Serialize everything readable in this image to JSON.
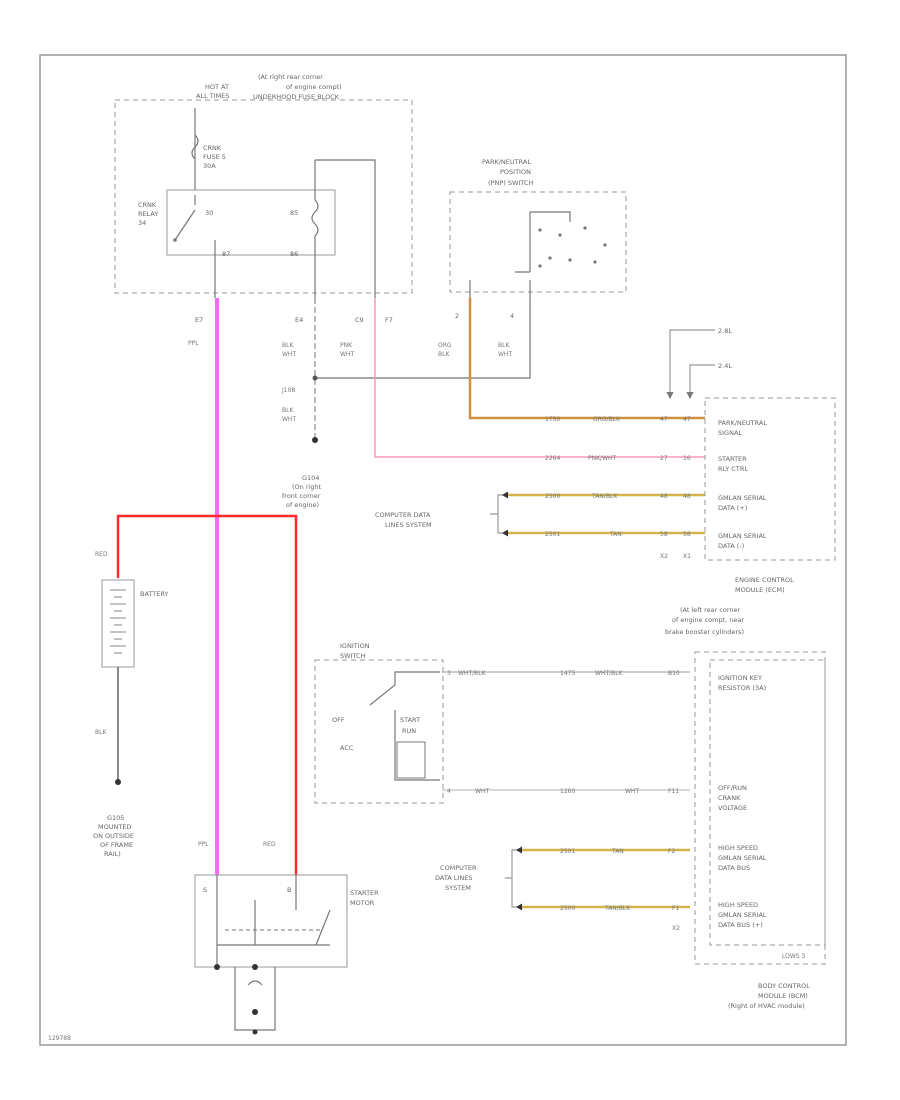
{
  "colors": {
    "ppl": "#ff66ff",
    "red": "#ff2a2a",
    "pnk": "#ff99bb",
    "org": "#d09040",
    "tan": "#d4b44a",
    "gray": "#888888",
    "dash": "#8a8a8a"
  },
  "texts": {
    "hot_at_all_times": [
      "HOT AT",
      "ALL TIMES"
    ],
    "underhood_fuse": [
      "(At right rear corner",
      "of engine compt)",
      "UNDERHOOD FUSE BLOCK"
    ],
    "crnk_fuse": [
      "CRNK",
      "FUSE 5",
      "30A"
    ],
    "crnk_relay": [
      "CRNK",
      "RELAY",
      "34"
    ],
    "relay_pins": [
      "30",
      "85",
      "87",
      "86"
    ],
    "prnd_title": [
      "PARK/NEUTRAL",
      "POSITION",
      "(PNP) SWITCH"
    ],
    "fuse_conn": [
      "E7",
      "E4",
      "C9",
      "F7"
    ],
    "wire_ppl": "PPL",
    "blk_wht1": [
      "BLK",
      "WHT"
    ],
    "pnk_wht": [
      "PNK",
      "WHT"
    ],
    "org_blk": [
      "ORG",
      "BLK"
    ],
    "blk_wht2": [
      "BLK",
      "WHT"
    ],
    "prnd_pins": [
      "2",
      "4"
    ],
    "j108": "J108",
    "blk_wht3": [
      "BLK",
      "WHT"
    ],
    "g104": [
      "G104",
      "(On right",
      "front corner",
      "of engine)"
    ],
    "red": "RED",
    "battery": "BATTERY",
    "blk": "BLK",
    "g105": [
      "G105",
      "MOUNTED",
      "ON OUTSIDE",
      "OF FRAME",
      "RAIL)"
    ],
    "col_xl1": "2.8L",
    "col_xl2": "2.4L",
    "ecm_rows": [
      {
        "left": "1750",
        "color": "ORG/BLK",
        "pin1": "47",
        "pin2": "47",
        "label": [
          "PARK/NEUTRAL",
          "SIGNAL"
        ]
      },
      {
        "left": "2264",
        "color": "PNK/WHT",
        "pin1": "27",
        "pin2": "16",
        "label": [
          "STARTER",
          "RLY CTRL"
        ]
      },
      {
        "left": "2500",
        "color": "TAN/BLK",
        "pin1": "48",
        "pin2": "48",
        "label": [
          "GMLAN SERIAL",
          "DATA (+)"
        ]
      },
      {
        "left": "2501",
        "color": "TAN",
        "pin1": "58",
        "pin2": "58",
        "label": [
          "GMLAN SERIAL",
          "DATA (-)"
        ]
      }
    ],
    "ecm_x_labels": [
      "X2",
      "X1"
    ],
    "computer_data_1": [
      "COMPUTER DATA",
      "LINES SYSTEM"
    ],
    "ecm_title": [
      "ENGINE CONTROL",
      "MODULE (ECM)",
      "(At left rear corner",
      "of engine compt, near",
      "brake booster cylinders)"
    ],
    "ign_switch": [
      "IGNITION",
      "SWITCH"
    ],
    "ign_labels": [
      "OFF",
      "ACC",
      "START",
      "RUN"
    ],
    "bcm_rows": [
      {
        "pin": "3",
        "left": "WHT/BLK",
        "circuit": "1475",
        "color": "WHT/BLK",
        "term": "B10",
        "label": [
          "IGNITION KEY",
          "RESISTOR (3A)"
        ]
      },
      {
        "pin": "4",
        "left": "WHT",
        "circuit": "1260",
        "color": "WHT",
        "term": "F11",
        "label": [
          "OFF/RUN",
          "CRANK",
          "VOLTAGE"
        ]
      },
      {
        "pin": "",
        "left": "",
        "circuit": "2501",
        "color": "TAN",
        "term": "F2",
        "label": [
          "HIGH SPEED",
          "GMLAN SERIAL",
          "DATA BUS"
        ]
      },
      {
        "pin": "",
        "left": "",
        "circuit": "2500",
        "color": "TAN/BLK",
        "term": "F1",
        "label": [
          "HIGH SPEED",
          "GMLAN SERIAL",
          "DATA BUS (+)"
        ]
      }
    ],
    "computer_data_2": [
      "COMPUTER",
      "DATA LINES",
      "SYSTEM"
    ],
    "bcm_x": "X2",
    "bcm_tag": "LOWS 3",
    "bcm_title": [
      "BODY CONTROL",
      "MODULE (BCM)",
      "(Right of HVAC module)"
    ],
    "ppl2": "PPL",
    "red2": "RED",
    "starter_motor": [
      "STARTER",
      "MOTOR"
    ],
    "starter_pins": [
      "S",
      "B"
    ],
    "figure_id": "129788"
  }
}
